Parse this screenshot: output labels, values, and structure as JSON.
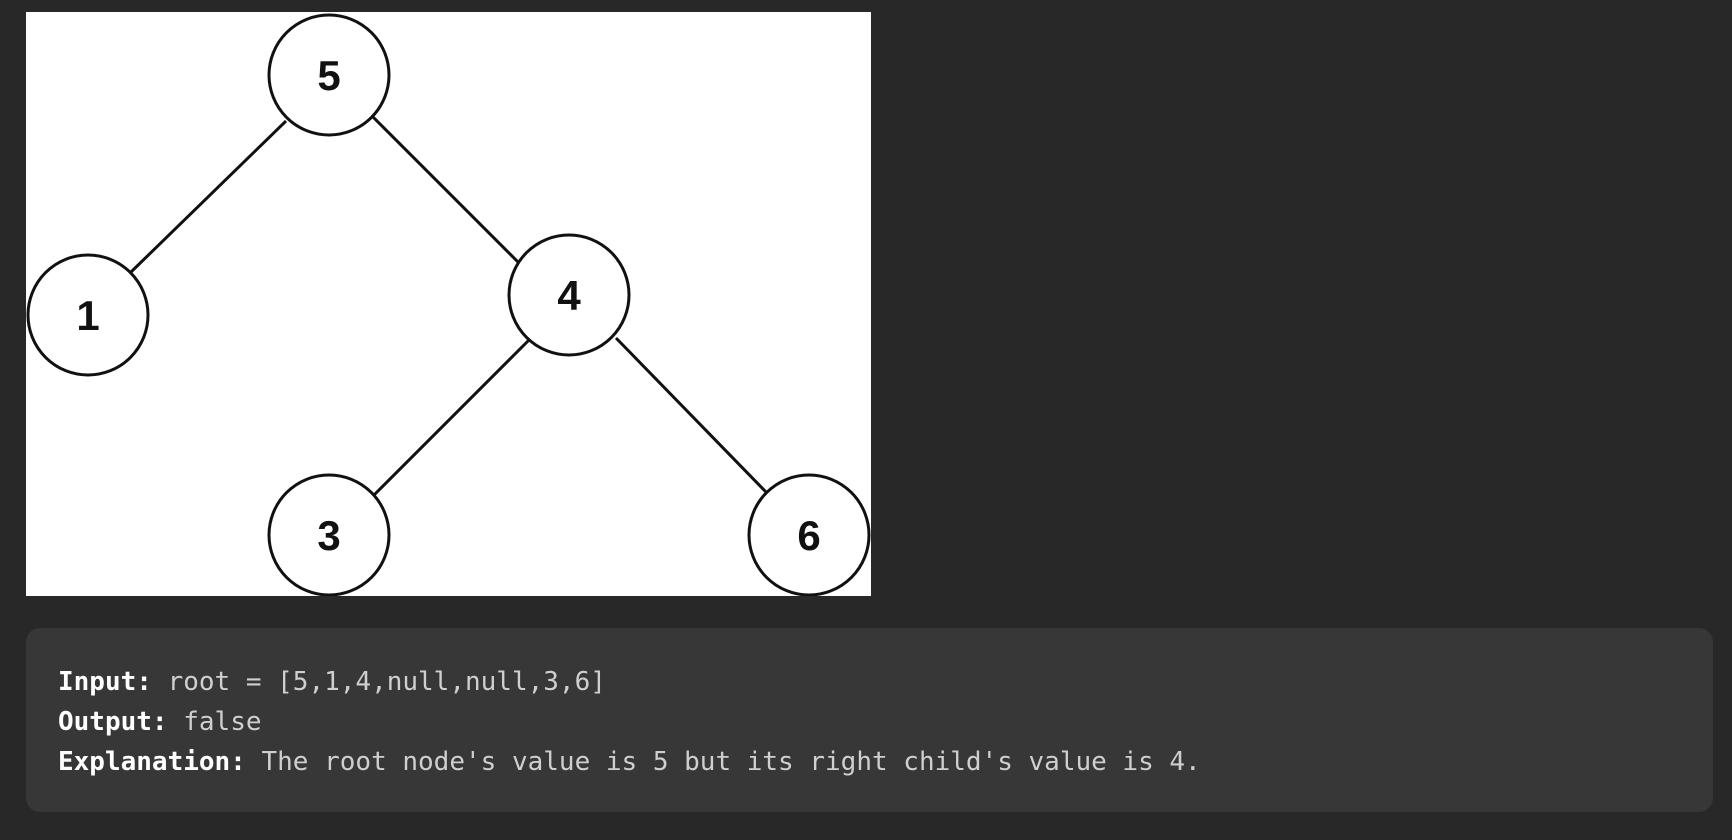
{
  "tree": {
    "nodes": [
      {
        "id": "root",
        "label": "5"
      },
      {
        "id": "left",
        "label": "1"
      },
      {
        "id": "right",
        "label": "4"
      },
      {
        "id": "right-left",
        "label": "3"
      },
      {
        "id": "right-right",
        "label": "6"
      }
    ],
    "edges": [
      [
        "root",
        "left"
      ],
      [
        "root",
        "right"
      ],
      [
        "right",
        "right-left"
      ],
      [
        "right",
        "right-right"
      ]
    ]
  },
  "example": {
    "input_label": "Input:",
    "input_value": "root = [5,1,4,null,null,3,6]",
    "output_label": "Output:",
    "output_value": "false",
    "explanation_label": "Explanation:",
    "explanation_value": "The root node's value is 5 but its right child's value is 4."
  },
  "colors": {
    "page_background": "#282828",
    "block_background": "#373737",
    "figure_background": "#ffffff",
    "node_stroke": "#111111"
  }
}
